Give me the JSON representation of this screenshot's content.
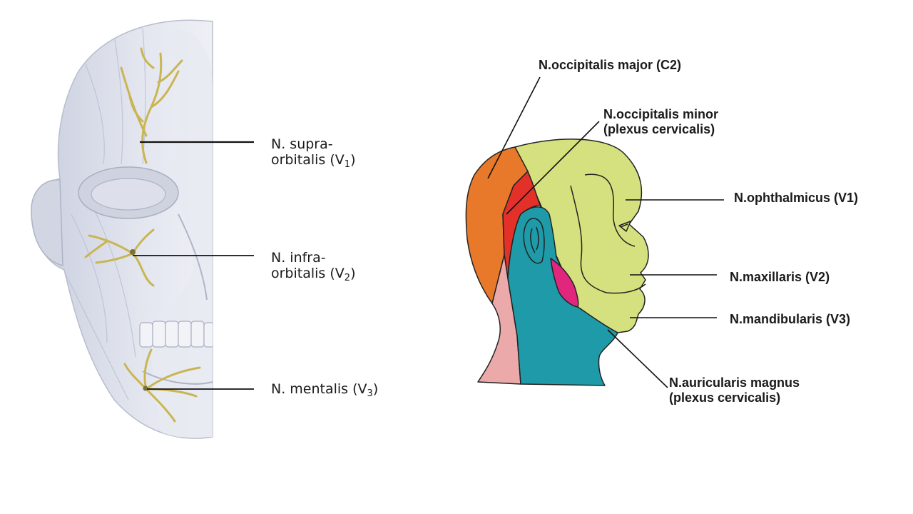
{
  "left_panel": {
    "labels": {
      "supra_l1": "N. supra-",
      "supra_l2": "orbitalis (V",
      "supra_sub": "1",
      "supra_close": ")",
      "infra_l1": "N. infra-",
      "infra_l2": "orbitalis (V",
      "infra_sub": "2",
      "infra_close": ")",
      "mentalis": "N. mentalis (V",
      "mentalis_sub": "3",
      "mentalis_close": ")"
    }
  },
  "right_panel": {
    "labels": {
      "occ_major": "N.occipitalis major (C2)",
      "occ_minor_l1": "N.occipitalis minor",
      "occ_minor_l2": "(plexus cervicalis)",
      "ophthalmicus": "N.ophthalmicus (V1)",
      "maxillaris": "N.maxillaris (V2)",
      "mandibularis": "N.mandibularis (V3)",
      "auricularis_l1": "N.auricularis magnus",
      "auricularis_l2": "(plexus cervicalis)"
    }
  },
  "colors": {
    "trigeminal_zone": "#d5e07e",
    "occipitalis_major": "#e8792a",
    "occipitalis_minor": "#e3312a",
    "auricularis_magnus": "#1f9aa8",
    "cervical_posterior": "#eba9aa",
    "mandibular_pink": "#e0277d",
    "nerve_branch": "#c9b552",
    "skull_gray": "#d9dde8"
  }
}
